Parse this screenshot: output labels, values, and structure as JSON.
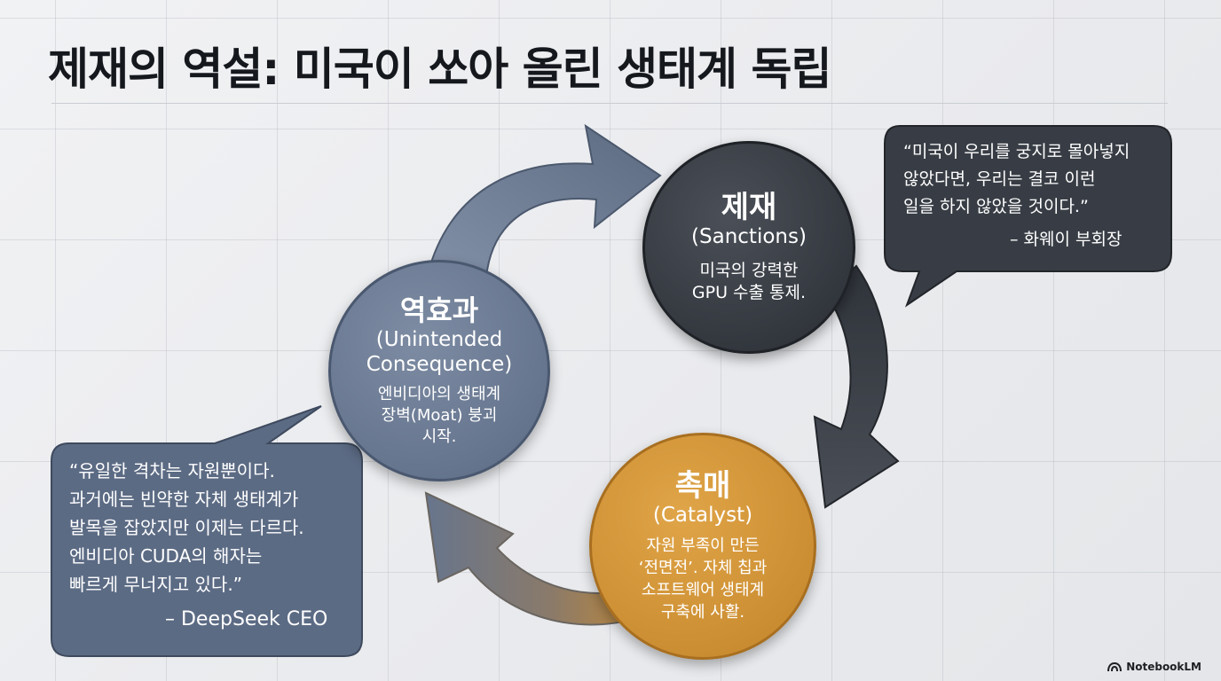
{
  "title": "제재의 역설: 미국이 쏘아 올린 생태계 독립",
  "nodes": {
    "sanctions": {
      "title": "제재",
      "subtitle": "(Sanctions)",
      "description": "미국의 강력한\nGPU 수출 통제."
    },
    "catalyst": {
      "title": "촉매",
      "subtitle": "(Catalyst)",
      "description": "자원 부족이 만든\n‘전면전’. 자체 칩과\n소프트웨어 생태계\n구축에 사활."
    },
    "consequence": {
      "title": "역효과",
      "subtitle": "(Unintended\nConsequence)",
      "description": "엔비디아의 생태계\n장벽(Moat) 붕괴\n시작."
    }
  },
  "quotes": {
    "huawei": {
      "text": "“미국이 우리를 궁지로 몰아넣지\n않았다면, 우리는 결코 이런\n일을 하지 않았을 것이다.”",
      "attribution": "– 화웨이 부회장"
    },
    "deepseek": {
      "text": "“유일한 격차는 자원뿐이다.\n과거에는 빈약한 자체 생태계가\n발목을 잡았지만 이제는 다르다.\n엔비디아 CUDA의 해자는\n빠르게 무너지고 있다.”",
      "attribution": "– DeepSeek CEO"
    }
  },
  "brand": {
    "icon": "notebooklm-logo-icon",
    "label": "NotebookLM"
  },
  "colors": {
    "sanctions": "#33373e",
    "consequence": "#66758e",
    "catalyst": "#cc8e32",
    "bubble_dark": "#383d45",
    "bubble_blue": "#5c6b84"
  }
}
